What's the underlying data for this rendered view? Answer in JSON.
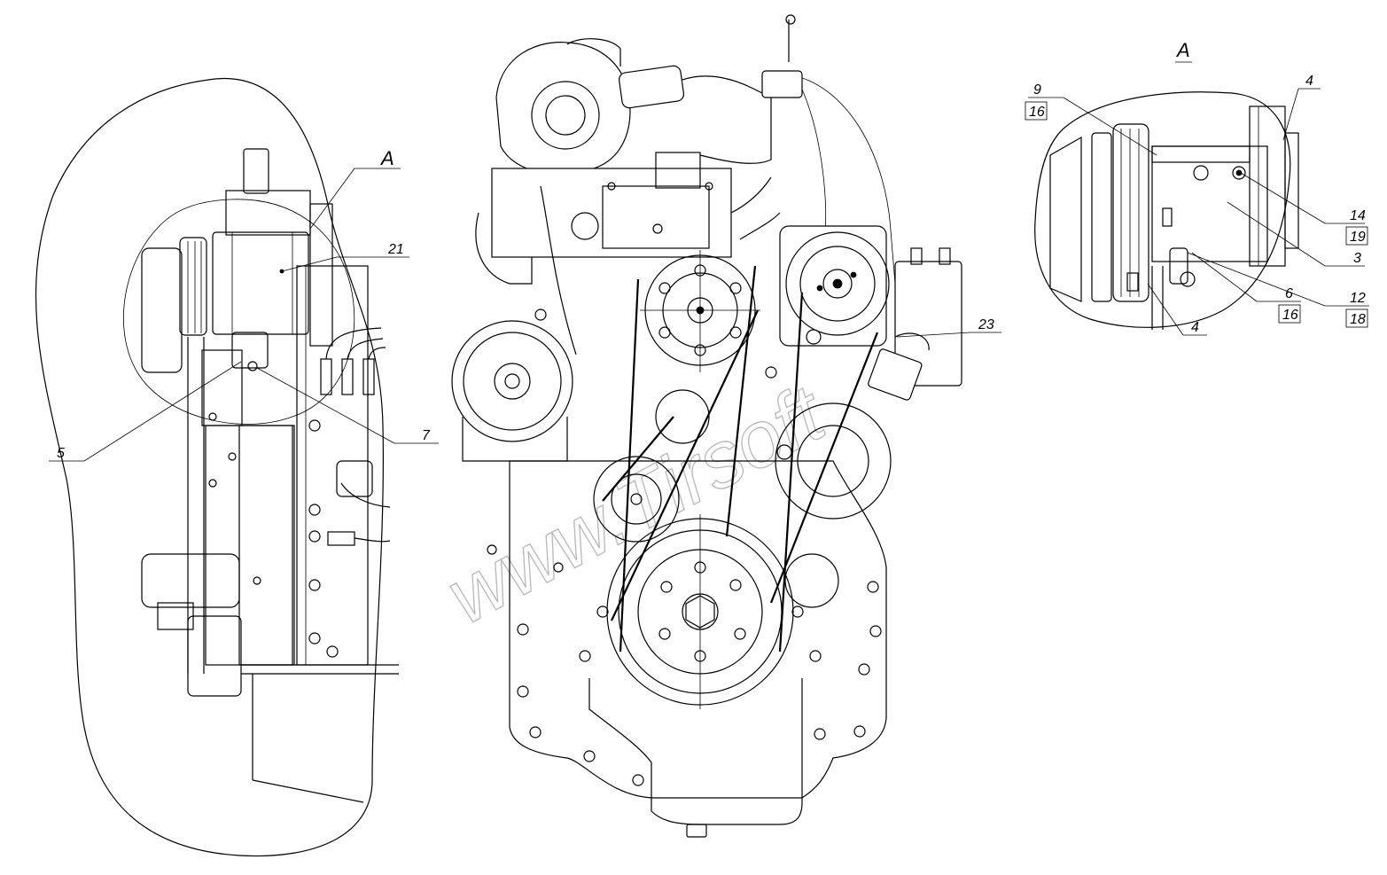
{
  "view_label": "A",
  "watermark": "www.Tirsoft",
  "left_view": {
    "section_label": "A",
    "callouts": [
      "21",
      "5",
      "7"
    ]
  },
  "center_view": {
    "callouts": [
      "23"
    ]
  },
  "detail_view": {
    "title": "A",
    "callouts": {
      "c9": "9",
      "c16a": "16",
      "c4top": "4",
      "c14": "14",
      "c19": "19",
      "c3": "3",
      "c12": "12",
      "c18": "18",
      "c6": "6",
      "c16b": "16",
      "c4bottom": "4"
    }
  }
}
